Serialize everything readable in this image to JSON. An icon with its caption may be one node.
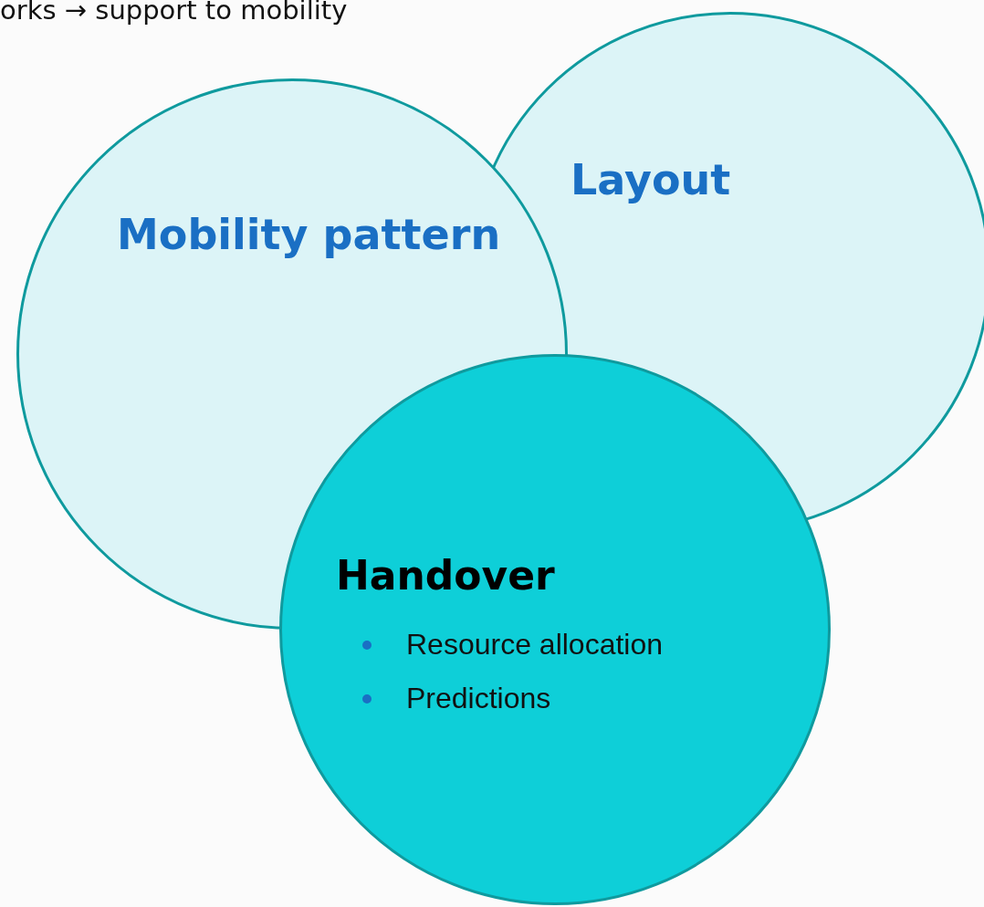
{
  "diagram": {
    "nodes": [
      {
        "text": [
          "Layout"
        ]
      },
      {
        "text": [
          "Mobility pattern"
        ]
      },
      {
        "text": [
          "Handover",
          "Resource allocation",
          "Predictions"
        ]
      }
    ],
    "labels": [
      "orks → support to mobility"
    ]
  }
}
